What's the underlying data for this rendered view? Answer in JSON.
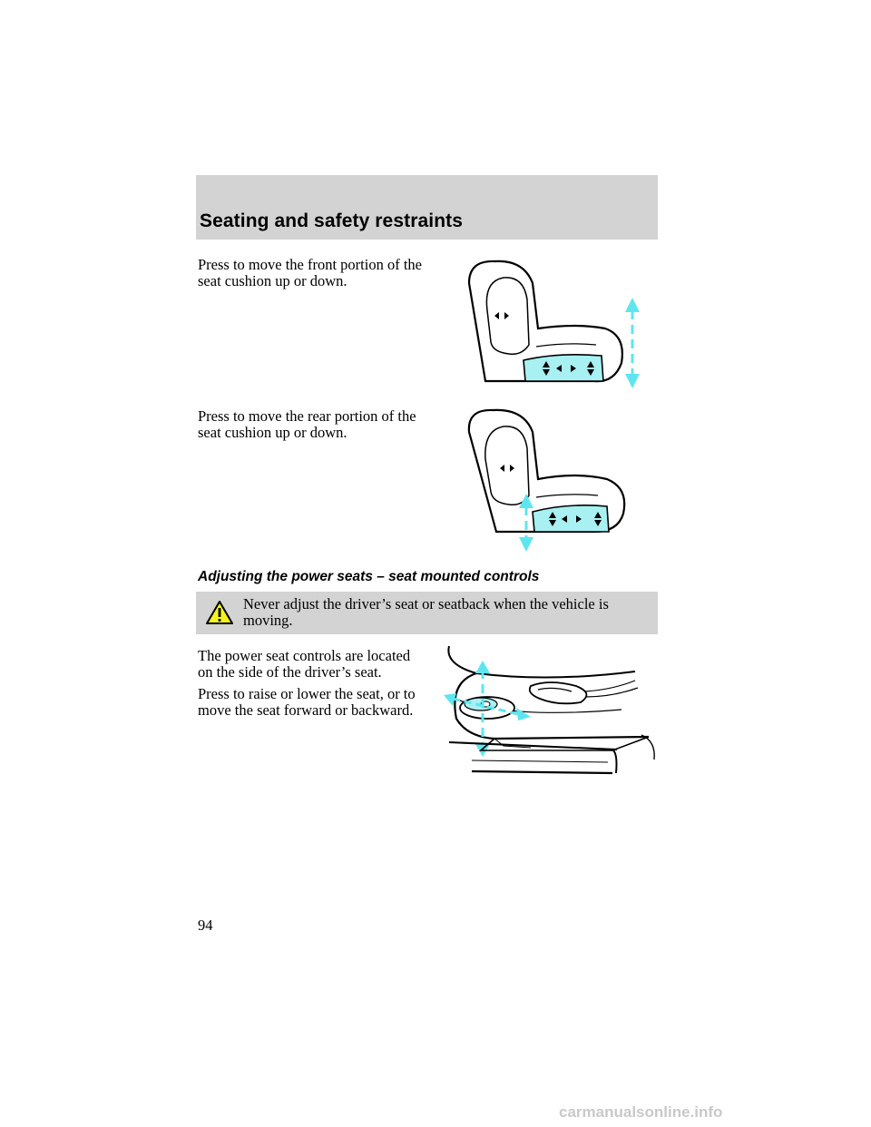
{
  "header": {
    "title": "Seating and safety restraints"
  },
  "paragraphs": {
    "front_cushion": "Press to move the front portion of the seat cushion up or down.",
    "rear_cushion": "Press to move the rear portion of the seat cushion up or down.",
    "controls_location": "The power seat controls are located on the side of the driver’s seat.",
    "raise_lower": "Press to raise or lower the seat, or to move the seat forward or backward."
  },
  "subheading": "Adjusting the power seats – seat mounted controls",
  "warning": {
    "icon": "warning-triangle-icon",
    "text": "Never adjust the driver’s seat or seatback when the vehicle is moving."
  },
  "illustrations": {
    "front_cushion": "seat-front-cushion-illustration",
    "rear_cushion": "seat-rear-cushion-illustration",
    "seat_controls": "seat-mounted-controls-illustration"
  },
  "colors": {
    "header_band": "#d3d3d3",
    "accent_arrow": "#5ee6ee",
    "control_fill": "#a8f0f2"
  },
  "page_number": "94",
  "watermark": "carmanualsonline.info"
}
